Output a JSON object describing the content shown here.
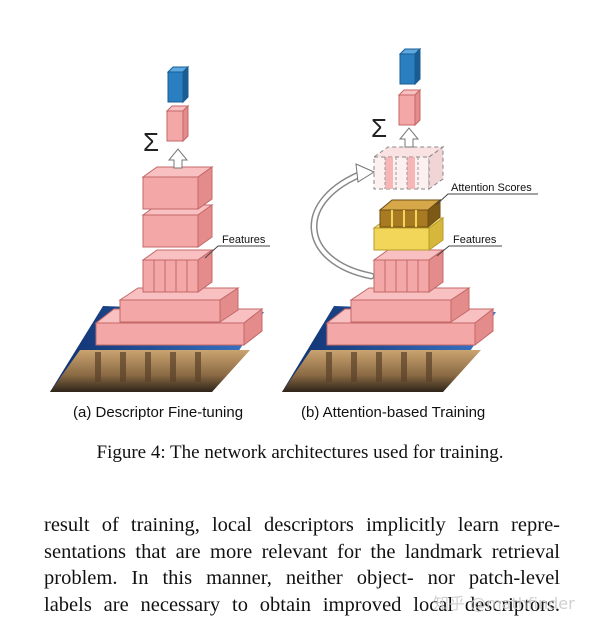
{
  "figure": {
    "labels": {
      "sigma": "Σ",
      "features": "Features",
      "attention_scores": "Attention Scores"
    },
    "subcaptions": {
      "a": "(a) Descriptor Fine-tuning",
      "b": "(b) Attention-based Training"
    },
    "caption": "Figure 4: The network architectures used for training.",
    "colors": {
      "block_fill": "#f4a7a7",
      "block_stroke": "#c46868",
      "descriptor_blue": "#2a7fc0",
      "attention_gold": "#f2d65a",
      "attention_dark": "#a87b22",
      "photo_sky": "#1f4f9e"
    }
  },
  "body": {
    "lines": [
      "result of training, local descriptors implicitly learn repre-",
      "sentations that are more relevant for the landmark retrieval",
      "problem. In this manner, neither object- nor patch-level",
      "labels are necessary to obtain improved local descriptors."
    ]
  },
  "watermark": "知乎 @mathfinder"
}
